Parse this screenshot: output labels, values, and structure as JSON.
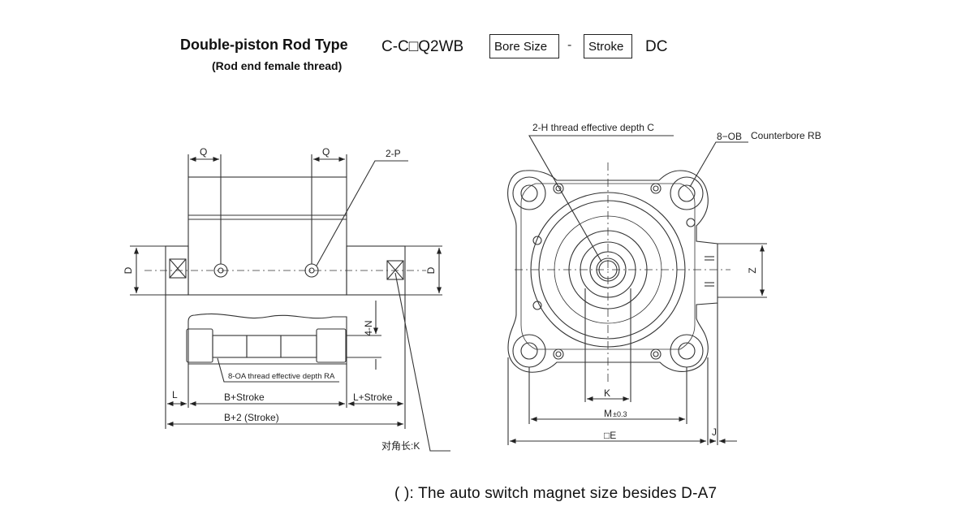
{
  "header": {
    "title": "Double-piston Rod Type",
    "subtitle": "(Rod end female thread)",
    "model_prefix": "C-C□Q2WB",
    "bore_size_label": "Bore Size",
    "separator": "-",
    "stroke_label": "Stroke",
    "suffix": "DC"
  },
  "side_view": {
    "labels": {
      "q_left": "Q",
      "q_right": "Q",
      "two_p": "2-P",
      "d_left": "D",
      "d_right": "D",
      "four_n": "4-N",
      "thread_note": "8-OA thread effective depth RA",
      "l": "L",
      "b_stroke": "B+Stroke",
      "l_stroke": "L+Stroke",
      "b2_stroke": "B+2 (Stroke)",
      "diagonal": "对角长:K"
    }
  },
  "end_view": {
    "labels": {
      "thread_h": "2-H thread effective depth C",
      "eight_ob": "8−OB",
      "counterbore": "Counterbore RB",
      "z": "Z",
      "k": "K",
      "m": "M",
      "m_tol": "±0.3",
      "e": "□E",
      "j": "J"
    }
  },
  "footnote": "( ): The auto switch magnet size besides D-A7"
}
